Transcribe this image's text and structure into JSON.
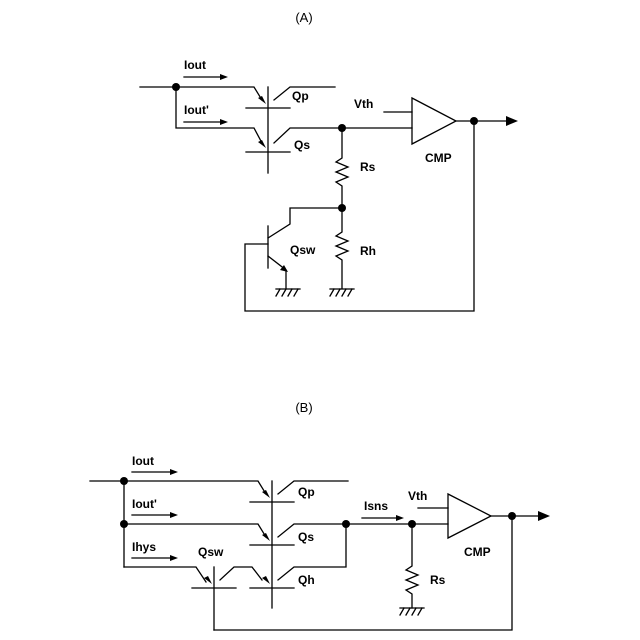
{
  "panels": {
    "A": {
      "title": "(A)",
      "labels": {
        "iout": "Iout",
        "iout_prime": "Iout'",
        "qp": "Qp",
        "qs": "Qs",
        "vth": "Vth",
        "cmp": "CMP",
        "rs": "Rs",
        "qsw": "Qsw",
        "rh": "Rh"
      }
    },
    "B": {
      "title": "(B)",
      "labels": {
        "iout": "Iout",
        "iout_prime": "Iout'",
        "ihys": "Ihys",
        "qsw": "Qsw",
        "qp": "Qp",
        "qs": "Qs",
        "qh": "Qh",
        "isns": "Isns",
        "vth": "Vth",
        "cmp": "CMP",
        "rs": "Rs"
      }
    }
  }
}
